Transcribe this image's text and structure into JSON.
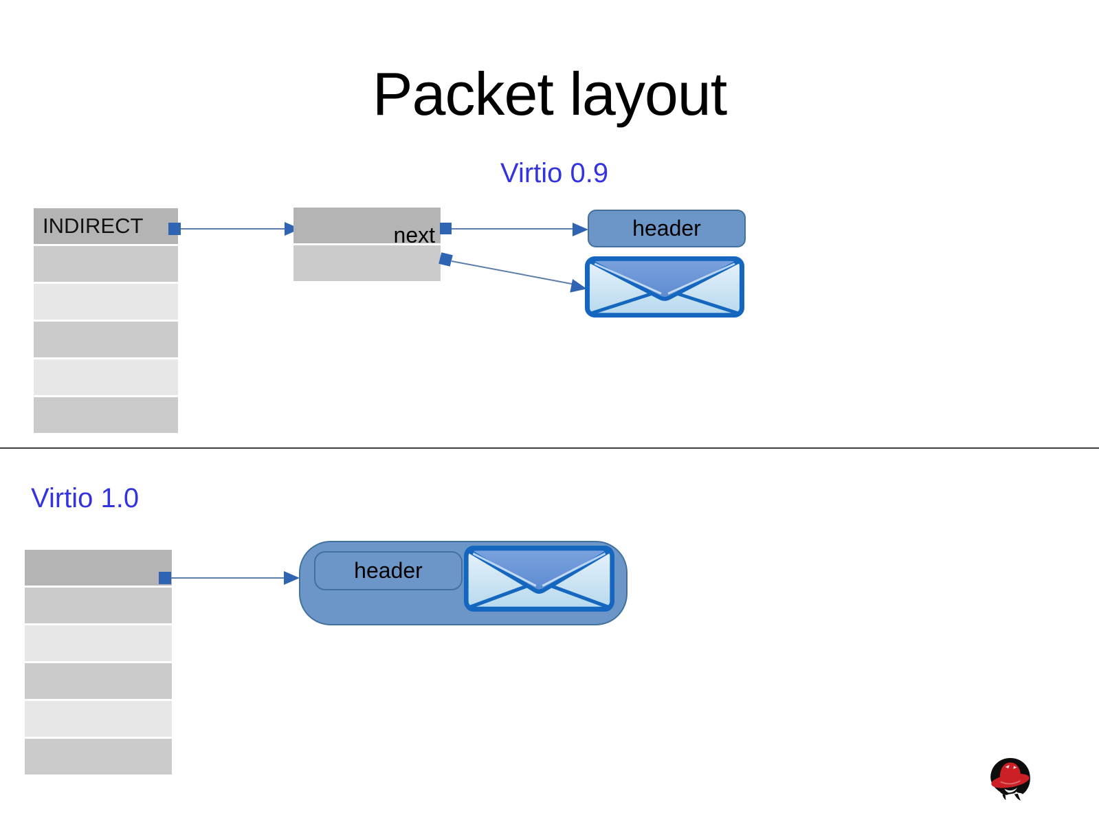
{
  "slide": {
    "title": "Packet layout"
  },
  "sections": {
    "virtio09": {
      "label": "Virtio 0.9",
      "descriptor_ring": {
        "rows": [
          {
            "shade": "dark",
            "label": "INDIRECT"
          },
          {
            "shade": "medium",
            "label": ""
          },
          {
            "shade": "light",
            "label": ""
          },
          {
            "shade": "medium",
            "label": ""
          },
          {
            "shade": "light",
            "label": ""
          },
          {
            "shade": "medium",
            "label": ""
          }
        ]
      },
      "indirect_desc_box": {
        "rows": [
          {
            "shade": "dark",
            "label": ""
          },
          {
            "shade": "medium",
            "label": ""
          }
        ],
        "next_label": "next"
      },
      "header_box_label": "header",
      "packet_icon": "envelope-icon"
    },
    "virtio10": {
      "label": "Virtio 1.0",
      "descriptor_ring": {
        "rows": [
          {
            "shade": "dark",
            "label": ""
          },
          {
            "shade": "medium",
            "label": ""
          },
          {
            "shade": "light",
            "label": ""
          },
          {
            "shade": "medium",
            "label": ""
          },
          {
            "shade": "light",
            "label": ""
          },
          {
            "shade": "medium",
            "label": ""
          }
        ]
      },
      "combined_box": {
        "header_label": "header",
        "packet_icon": "envelope-icon"
      }
    }
  },
  "logo": {
    "name": "red-hat-logo"
  },
  "colors": {
    "label_blue": "#3333e0",
    "connector_blue": "#2e64b1",
    "line_blue": "#5b7da9",
    "box_fill": "#6d96c8",
    "box_border": "#41719c",
    "envelope_border": "#1566bf",
    "row_dark": "#b4b4b4",
    "row_medium": "#cbcbcb",
    "row_light": "#e7e7e7",
    "divider_gray": "#3f3f3f",
    "redhat_red": "#cc2026"
  }
}
